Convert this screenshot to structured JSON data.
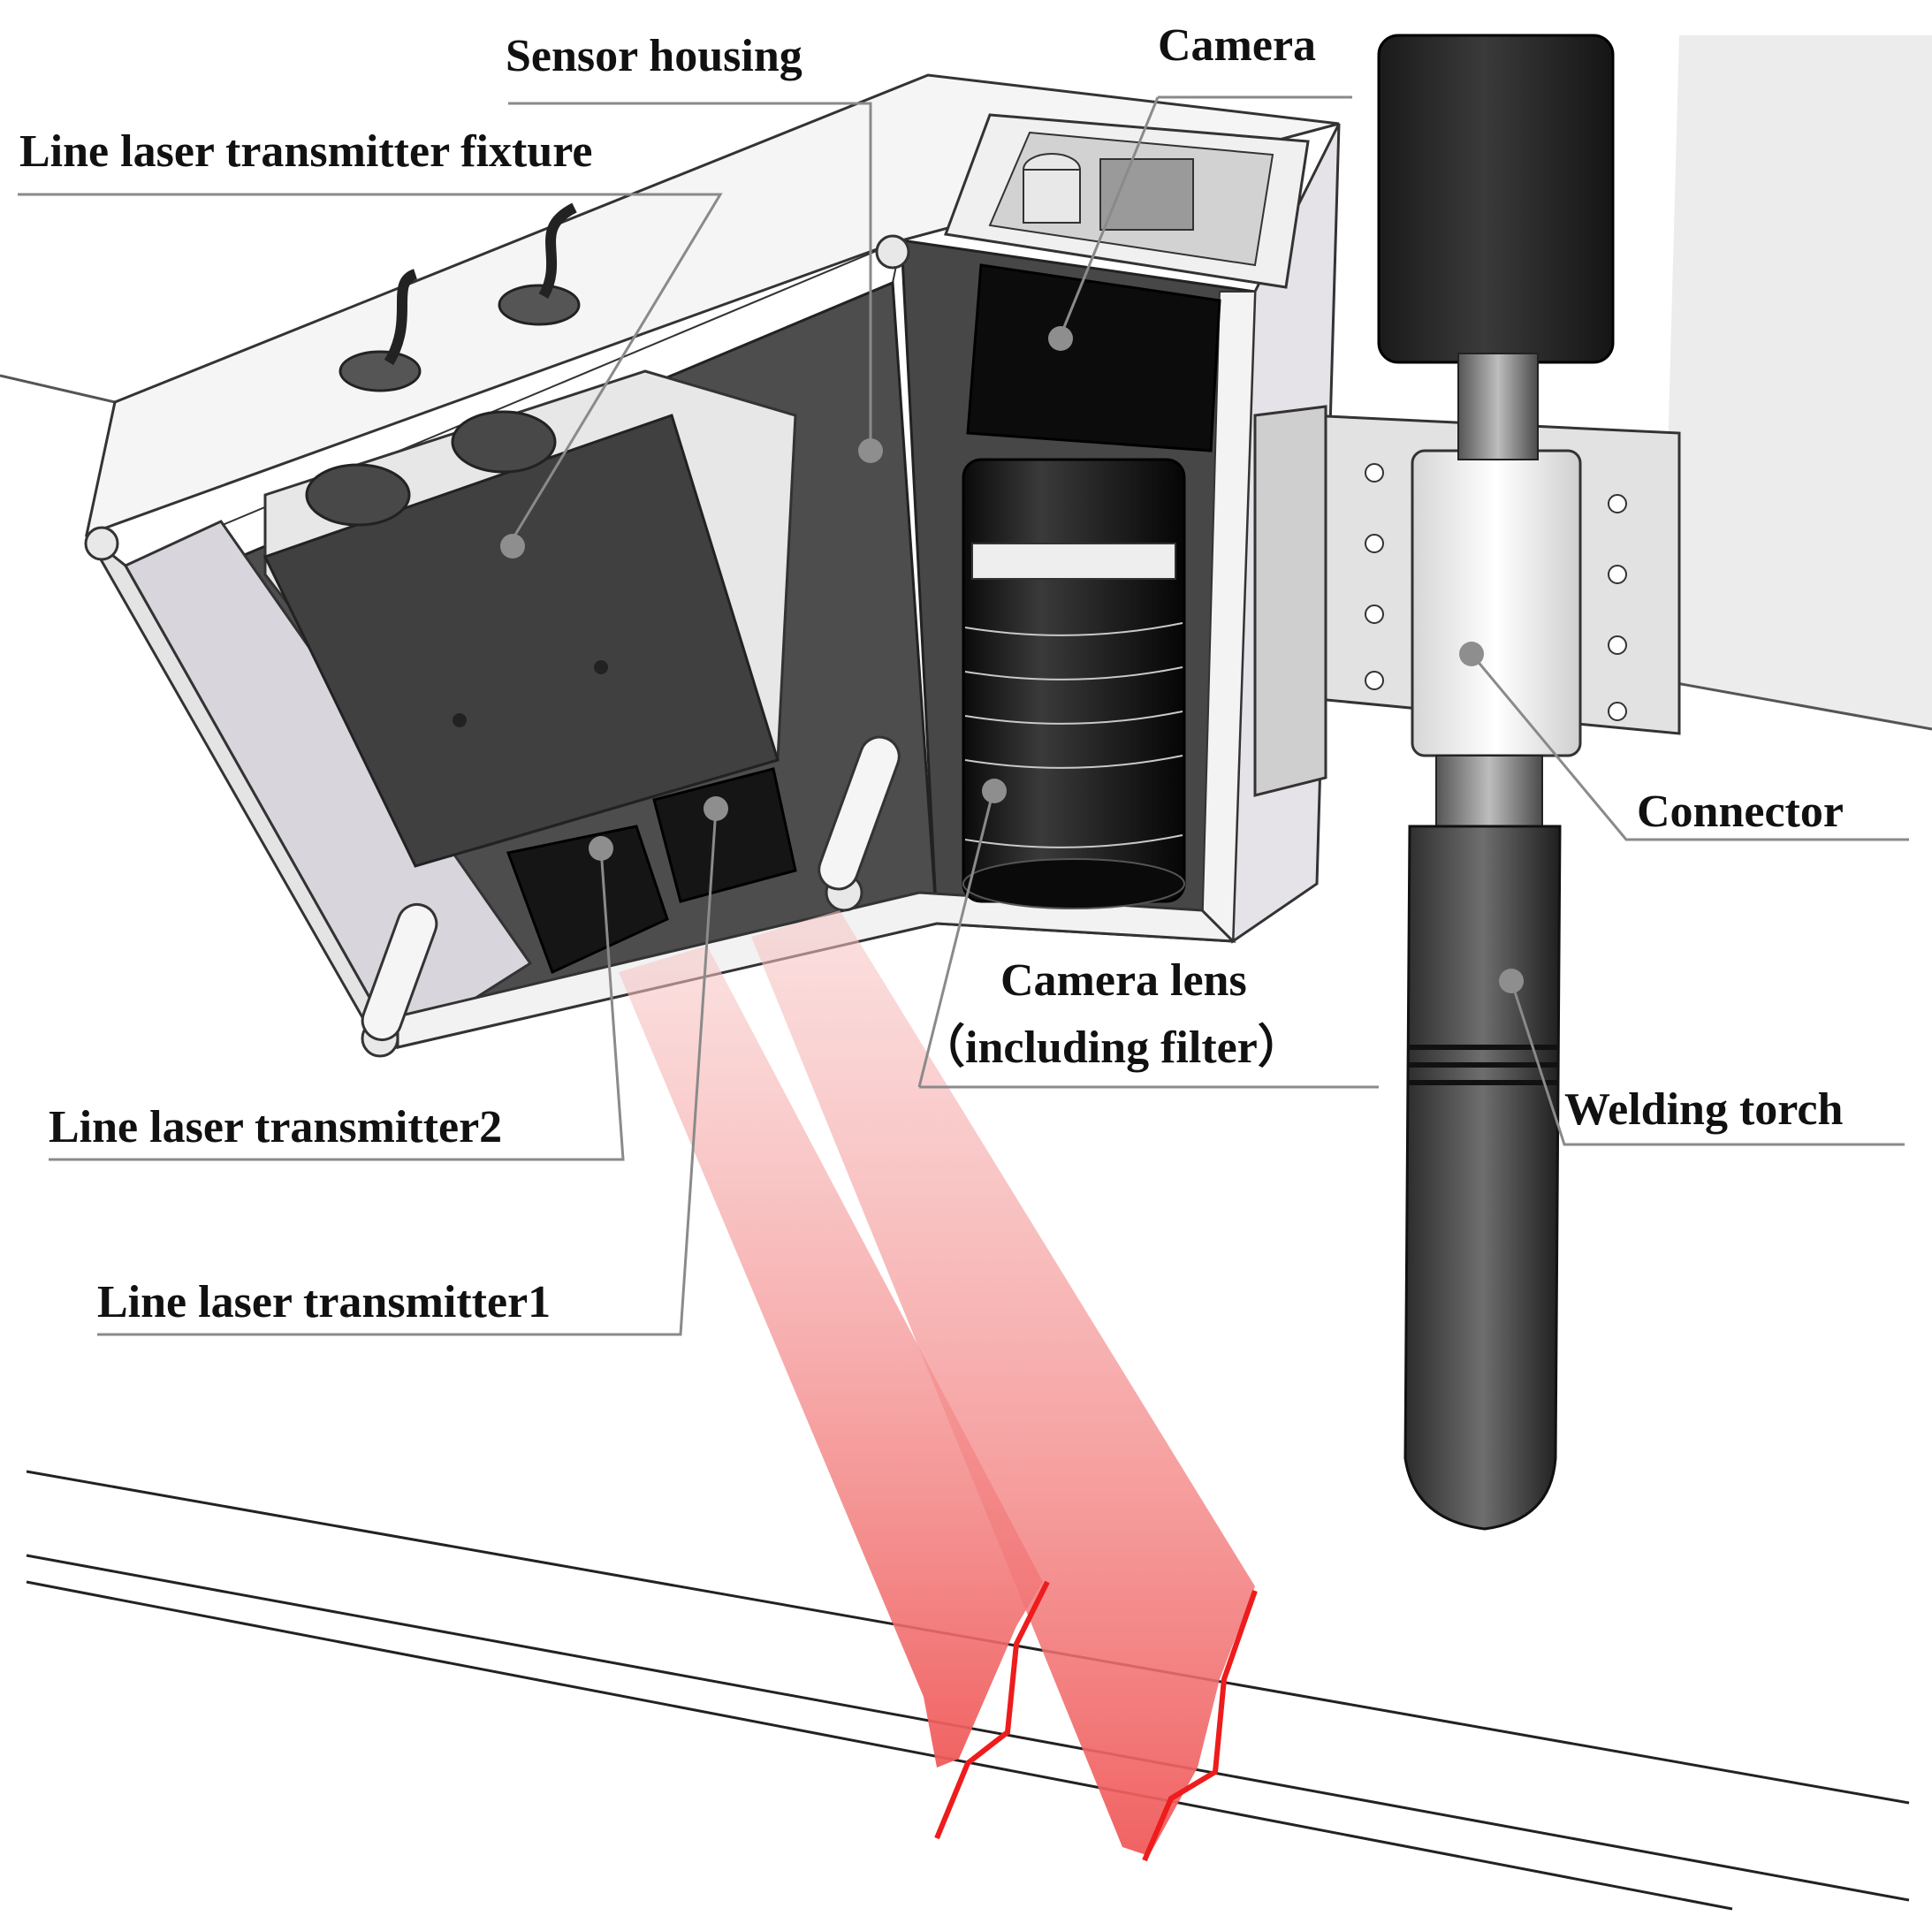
{
  "figure": {
    "labels": {
      "sensor_housing": "Sensor housing",
      "camera": "Camera",
      "line_laser_transmitter_fixture": "Line laser transmitter fixture",
      "connector": "Connector",
      "camera_lens_line1": "Camera lens",
      "camera_lens_line2": "（including filter）",
      "welding_torch": "Welding torch",
      "line_laser_transmitter2": "Line laser transmitter2",
      "line_laser_transmitter1": "Line laser transmitter1"
    },
    "colors": {
      "laser_red": "#ee1c1c",
      "laser_fan": "#f26a6a",
      "housing_panel": "#f1f1f1",
      "housing_interior": "#4a4a4a",
      "leader_line": "#8a8a8a",
      "torch_dark": "#2a2a2a"
    },
    "icons": {
      "label_pointer": "grey-dot"
    }
  }
}
